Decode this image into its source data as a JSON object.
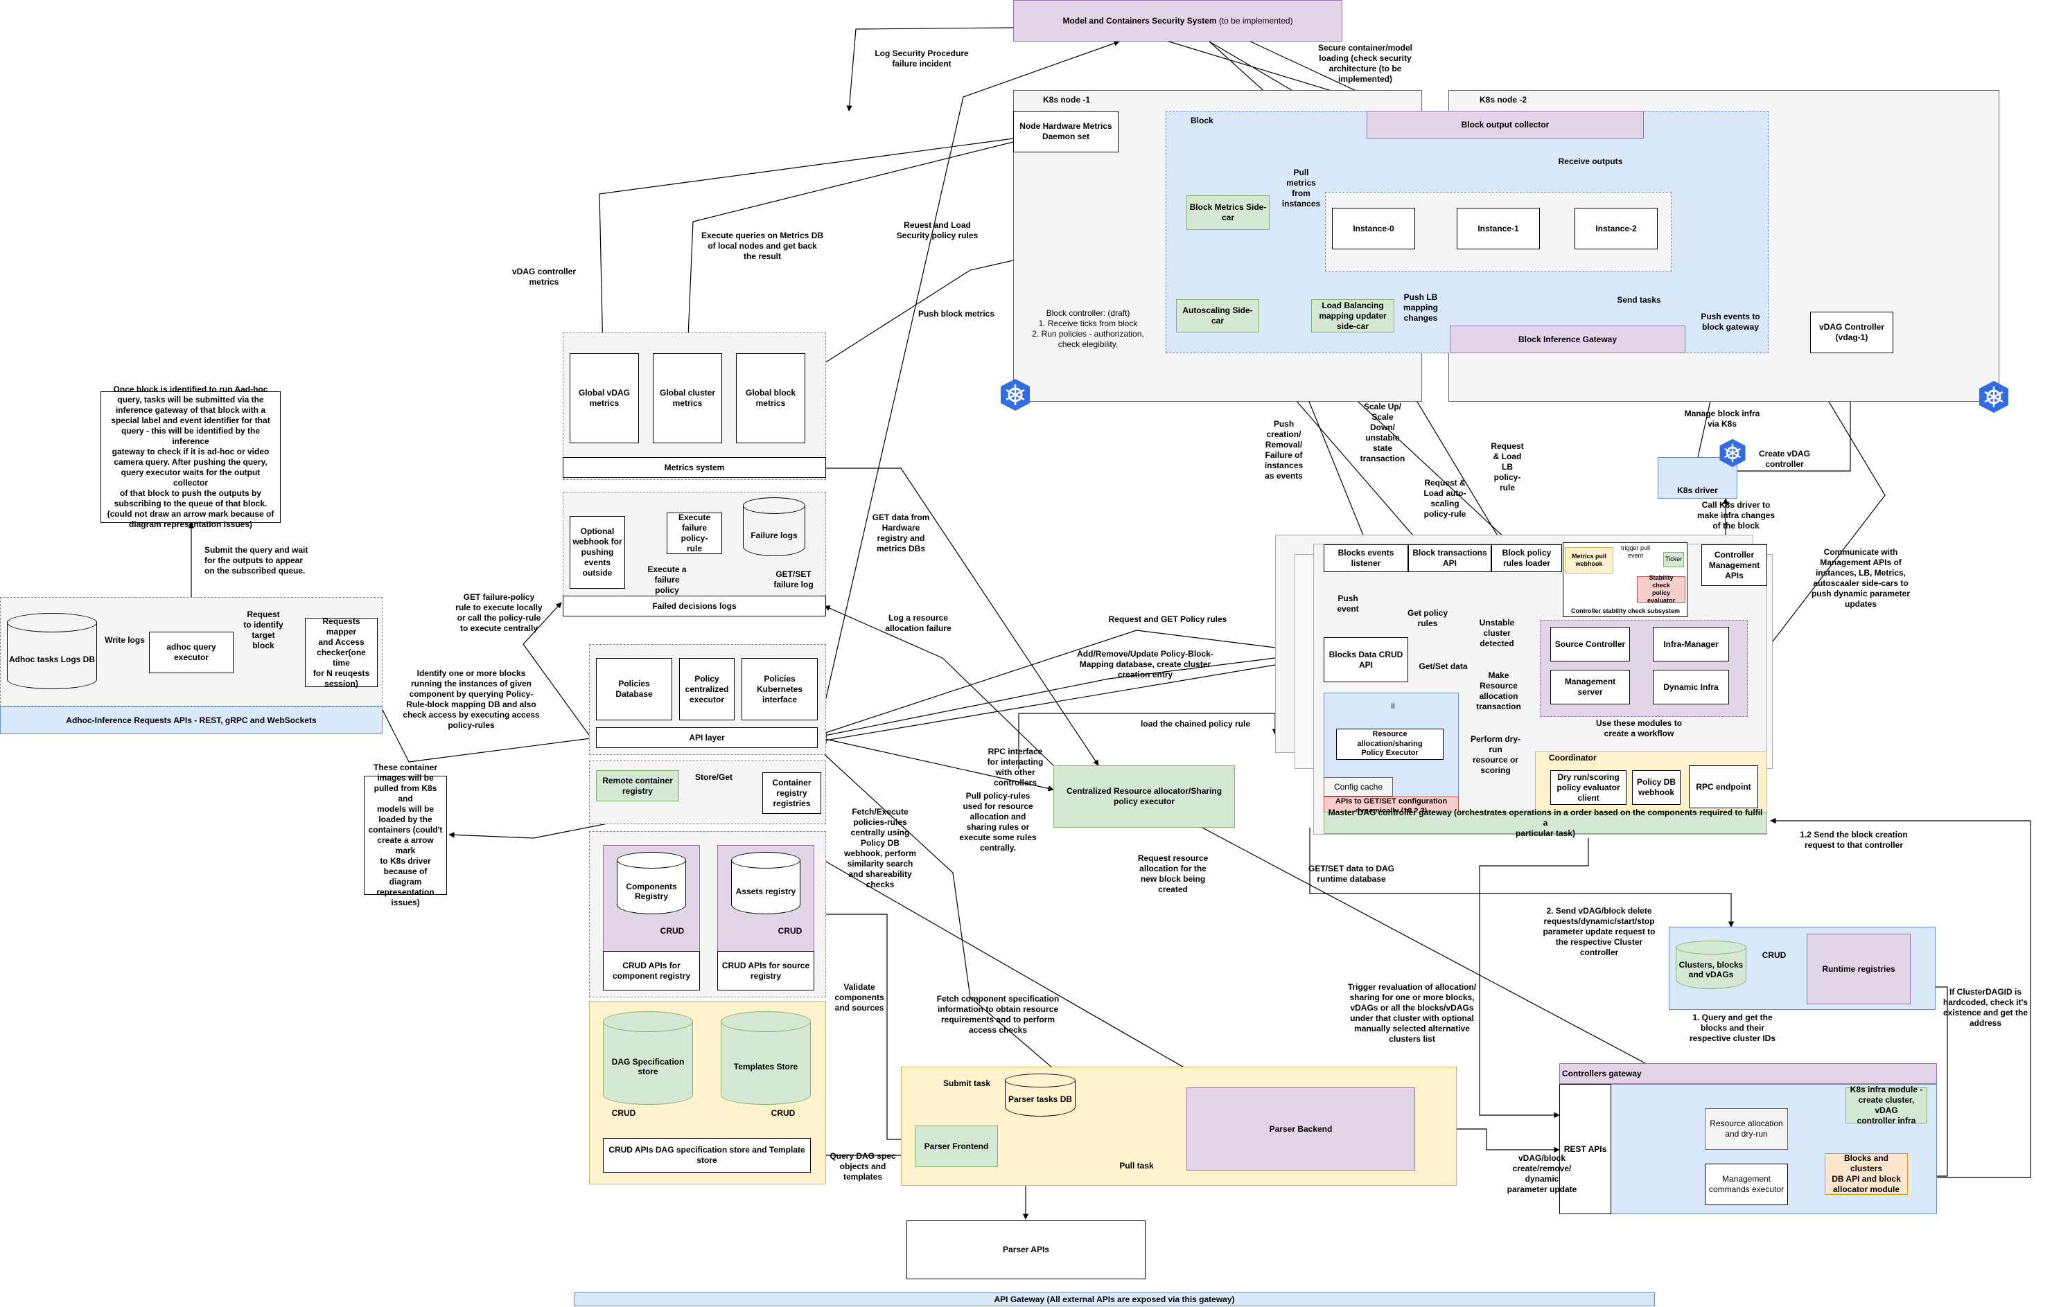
{
  "top": {
    "security_title": "Model and Containers Security System",
    "security_note": "(to be implemented)",
    "log_security": "Log Security Procedure\nfailure incident",
    "secure_loading": "Secure container/model\nloading (check security\narchitecture (to be\nimplemented)",
    "request_load_security": "Reuest and Load\nSecurity policy rules"
  },
  "node1": {
    "title": "K8s node -1",
    "hw_metrics": "Node Hardware Metrics\nDaemon set",
    "block_controller": "Block controller: (draft)\n1. Receive ticks from block\n2. Run policies - authorization,\ncheck elegibility."
  },
  "node2": {
    "title": "K8s node -2"
  },
  "block": {
    "title": "Block",
    "output_collector": "Block output collector",
    "metrics_sidecar": "Block Metrics Side-car",
    "pull_metrics": "Pull\nmetrics\nfrom\ninstances",
    "instances": [
      "Instance-0",
      "Instance-1",
      "Instance-2"
    ],
    "receive_outputs": "Receive outputs",
    "autoscaling_sidecar": "Autoscaling Side-car",
    "lb_sidecar": "Load Balancing\nmapping updater\nside-car",
    "push_lb": "Push LB\nmapping\nchanges",
    "inference_gateway": "Block Inference Gateway",
    "send_tasks": "Send tasks",
    "push_events": "Push events to\nblock gateway",
    "vdag_controller": "vDAG Controller\n(vdag-1)"
  },
  "metrics_system": {
    "title": "Metrics system",
    "global_vdag": "Global vDAG\nmetrics",
    "global_cluster": "Global cluster\nmetrics",
    "global_block": "Global block\nmetrics",
    "vdag_controller_metrics": "vDAG controller\nmetrics",
    "execute_queries": "Execute queries on Metrics DB\nof local nodes and get back\nthe result",
    "push_block_metrics": "Push block metrics"
  },
  "failed": {
    "title": "Failed decisions logs",
    "webhook": "Optional\nwebhook for\npushing\nevents\noutside",
    "execute_rule": "Execute\nfailure policy-\nrule",
    "execute_policy": "Execute a\nfailure\npolicy",
    "failure_logs": "Failure logs",
    "get_set_log": "GET/SET\nfailure log",
    "get_failure_policy": "GET failure-policy\nrule to execute locally\nor call the policy-rule\nto execute centrally",
    "log_resource_failure": "Log a resource\nallocation failure"
  },
  "adhoc": {
    "note": "Once block is identified to run Aad-hoc\nquery, tasks will be submitted via the\ninference gateway of that block with a\nspecial label and event identifier for that\nquery - this will be identified by the inference\ngateway to check if it is ad-hoc or video\ncamera query. After pushing the query,\nquery executor waits for the output collector\nof that block to push the outputs by\nsubscribing to the queue of that block.\n(could not draw an arrow mark because of\ndiagram representation issues)",
    "submit_wait": "Submit the query and wait\nfor the outputs to appear\non the subscribed queue.",
    "logs_db": "Adhoc tasks Logs DB",
    "write_logs": "Write logs",
    "executor": "adhoc query\nexecutor",
    "request_identify": "Request\nto identify\ntarget\nblock",
    "mapper": "Requests mapper\nand Access\nchecker(one time\nfor N reuqests\nsession)",
    "apis": "Adhoc-Inference Requests APIs - REST, gRPC and WebSockets",
    "identify_blocks": "Identify one or more blocks\nrunning the instances of given\ncomponent by querying Policy-\nRule-block mapping DB and also\ncheck access by executing access\npolicy-rules"
  },
  "policies": {
    "db": "Policies Database",
    "executor": "Policy\ncentralized\nexecutor",
    "k8s_iface": "Policies\nKubernetes\ninterface",
    "api_layer": "API layer",
    "get_hw": "GET data from\nHardware\nregistry and\nmetrics DBs"
  },
  "container_reg": {
    "remote": "Remote container\nregistry",
    "store_get": "Store/Get",
    "registries": "Container\nregistry\nregistries",
    "note": "These container\nimages will be\npulled from K8s and\nmodels will be\nloaded by the\ncontainers (could't\ncreate a arrow mark\nto K8s driver\nbecause of diagram\nrepresentation\nissues)"
  },
  "registry": {
    "components": "Components\nRegistry",
    "assets": "Assets registry",
    "crud": "CRUD",
    "crud_component": "CRUD APIs for\ncomponent registry",
    "crud_source": "CRUD APIs for source\nregistry",
    "fetch_execute": "Fetch/Execute\npolicies-rules\ncentrally using\nPolicy DB\nwebhook, perform\nsimilarity search\nand shareability\nchecks",
    "validate": "Validate\ncomponents\nand sources"
  },
  "dag_spec": {
    "store": "DAG Specification\nstore",
    "templates": "Templates Store",
    "crud": "CRUD",
    "crud_apis": "CRUD APIs DAG specification store and Template\nstore",
    "query_dag": "Query DAG spec\nobjects and\ntemplates"
  },
  "parser": {
    "frontend": "Parser Frontend",
    "tasks_db": "Parser tasks DB",
    "backend": "Parser Backend",
    "submit_task": "Submit task",
    "pull_task": "Pull task",
    "apis": "Parser APIs",
    "fetch_spec": "Fetch component specification\ninformation to obtain resource\nrequirements and to perform\naccess checks"
  },
  "central": {
    "allocator": "Centralized Resource allocator/Sharing\npolicy executor",
    "rpc": "RPC interface\nfor interacting\nwith other\ncontrollers",
    "pull_rules": "Pull policy-rules\nused for resource\nallocation and\nsharing rules or\nexecute some rules\ncentrally.",
    "request_alloc": "Request resource\nallocation for the\nnew block being\ncreated",
    "load_chained": "load the chained policy rule",
    "add_remove": "Add/Remove/Update Policy-Block-\nMapping database, create cluster\ncreation entry",
    "request_get_policy": "Request and GET Policy rules"
  },
  "master": {
    "events_listener": "Blocks events\nlistener",
    "transactions_api": "Block transactions\nAPI",
    "rules_loader": "Block policy\nrules loader",
    "metrics_webhook": "Metrics pull\nwebhook",
    "trigger_pull": "trigger pull\nevent",
    "ticker": "Ticker",
    "stability_eval": "Stability check\npolicy evaluator",
    "stability_sub": "Controller stability check subsystem",
    "mgmt_apis": "Controller\nManagement\nAPIs",
    "push_event": "Push\nevent",
    "get_policy_rules": "Get policy\nrules",
    "unstable": "Unstable\ncluster\ndetected",
    "crud_api": "Blocks Data CRUD\nAPI",
    "get_set_data": "Get/Set data",
    "make_alloc": "Make\nResource\nallocation\ntransaction",
    "source_controller": "Source Controller",
    "infra_manager": "Infra-Manager",
    "mgmt_server": "Management\nserver",
    "dynamic_infra": "Dynamic Infra",
    "use_modules": "Use these modules to\ncreate a workflow",
    "ii": "ii",
    "alloc_executor": "Resource allocation/sharing\nPolicy Executor",
    "config_cache": "Config cache",
    "config_apis": "APIs to GET/SET configuration\ndynamically (18.2.3)",
    "perform_dry": "Perform dry-\nrun\nresource or\nscoring",
    "coordinator": "Coordinator",
    "dry_run_client": "Dry run/scoring\npolicy evaluator\nclient",
    "policy_db_webhook": "Policy DB\nwebhook",
    "rpc_endpoint": "RPC endpoint",
    "gateway": "Master DAG controller gateway (orchestrates operations in a order based on the components required to fulfil a\nparticular task)",
    "push_creation": "Push\ncreation/\nRemoval/\nFailure of\ninstances\nas events",
    "scale": "Scale Up/\nScale\nDown/\nunstable\nstate\ntransaction",
    "request_load_scaling": "Request &\nLoad auto-\nscaling\npolicy-rule",
    "request_load_lb": "Request\n& Load\nLB\npolicy-\nrule",
    "get_set_runtime": "GET/SET data to DAG\nruntime database"
  },
  "driver": {
    "k8s_driver": "K8s driver",
    "manage_infra": "Manage block infra\nvia K8s",
    "create_vdag": "Create vDAG\ncontroller",
    "call_driver": "Call K8s driver to\nmake infra changes\nof the block",
    "communicate": "Communicate with\nManagement APIs of\ninstances, LB, Metrics,\nautoscaaler side-cars to\npush dynamic parameter\nupdates"
  },
  "runtime": {
    "clusters_db": "Clusters, blocks\nand vDAGs",
    "crud": "CRUD",
    "registries": "Runtime registries",
    "query": "1. Query and get the\nblocks and their\nrespective cluster IDs",
    "send_creation": "1.2 Send the block creation\nrequest to that controller",
    "send_delete": "2. Send vDAG/block delete\nrequests/dynamic/start/stop\nparameter update request to\nthe respective Cluster\ncontroller",
    "hardcoded": "If ClusterDAGID is\nhardcoded, check it's\nexistence and get the\naddress",
    "trigger_reeval": "Trigger revaluation of allocation/\nsharing for one or more blocks,\nvDAGs or all the blocks/vDAGs\nunder that cluster with optional\nmanually selected alternative\nclusters list"
  },
  "ctrl_gateway": {
    "title": "Controllers gateway",
    "rest": "REST APIs",
    "alloc_dry": "Resource allocation\nand dry-run",
    "mgmt_exec": "Management\ncommands executor",
    "k8s_infra": "K8s infra module -\ncreate cluster, vDAG\ncontroller infra",
    "db_alloc": "Blocks and clusters\nDB API and block\nallocator module",
    "vdag_create": "vDAG/block\ncreate/remove/\ndynamic\nparameter update"
  },
  "api_gateway": "API Gateway (All external APIs are exposed via this gateway)",
  "icons": [
    "kubernetes-icon"
  ],
  "colors": {
    "blue": "#dae8fc",
    "green": "#d5e8d4",
    "purple": "#e1d5e7",
    "yellow": "#fff2cc",
    "orange": "#ffe6cc",
    "red": "#f8cecc",
    "k8s": "#326ce5"
  }
}
